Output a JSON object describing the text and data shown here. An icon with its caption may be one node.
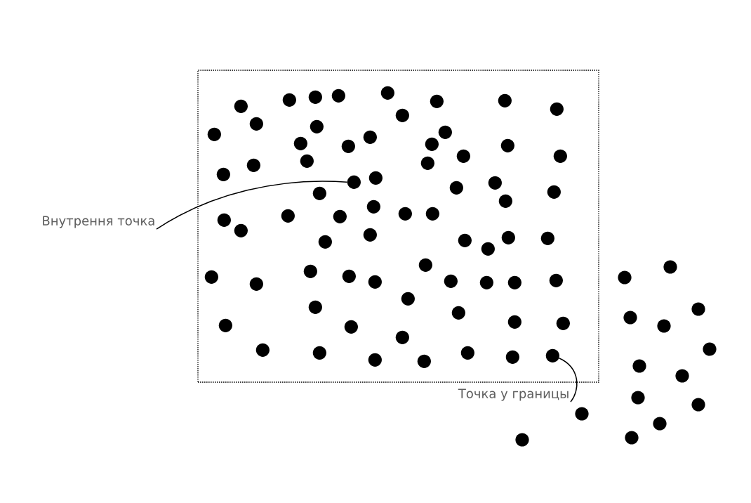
{
  "diagram": {
    "nodes": [
      {
        "text": [],
        "shape": "box"
      },
      {
        "text": [],
        "shape": "circle",
        "in": 0
      },
      {
        "text": [],
        "shape": "circle",
        "in": 0
      },
      {
        "text": [],
        "shape": "circle",
        "in": 0
      },
      {
        "text": [],
        "shape": "circle",
        "in": 0
      },
      {
        "text": [],
        "shape": "circle",
        "in": 0
      },
      {
        "text": [],
        "shape": "circle",
        "in": 0
      },
      {
        "text": [],
        "shape": "circle",
        "in": 0
      },
      {
        "text": [],
        "shape": "circle",
        "in": 0
      },
      {
        "text": [],
        "shape": "circle",
        "in": 0
      },
      {
        "text": [],
        "shape": "circle",
        "in": 0
      },
      {
        "text": [],
        "shape": "circle",
        "in": 0
      },
      {
        "text": [],
        "shape": "circle",
        "in": 0
      },
      {
        "text": [],
        "shape": "circle",
        "in": 0
      },
      {
        "text": [],
        "shape": "circle",
        "in": 0
      },
      {
        "text": [],
        "shape": "circle",
        "in": 0
      },
      {
        "text": [],
        "shape": "circle",
        "in": 0
      },
      {
        "text": [],
        "shape": "circle",
        "in": 0
      },
      {
        "text": [],
        "shape": "circle",
        "in": 0
      },
      {
        "text": [],
        "shape": "circle",
        "in": 0
      },
      {
        "text": [],
        "shape": "circle",
        "in": 0
      },
      {
        "text": [],
        "shape": "circle",
        "in": 0
      },
      {
        "text": [],
        "shape": "circle",
        "in": 0
      },
      {
        "text": [],
        "shape": "circle",
        "in": 0
      },
      {
        "text": [],
        "shape": "circle",
        "in": 0
      },
      {
        "text": [],
        "shape": "circle",
        "in": 0
      },
      {
        "text": [],
        "shape": "circle",
        "in": 0
      },
      {
        "text": [],
        "shape": "circle",
        "in": 0
      },
      {
        "text": [],
        "shape": "circle",
        "in": 0
      },
      {
        "text": [],
        "shape": "circle",
        "in": 0
      },
      {
        "text": [],
        "shape": "circle",
        "in": 0
      },
      {
        "text": [
          "Внутрення точка"
        ]
      },
      {
        "text": [],
        "shape": "circle",
        "in": 0
      },
      {
        "text": [],
        "shape": "circle",
        "in": 0
      },
      {
        "text": [],
        "shape": "circle",
        "in": 0
      },
      {
        "text": [],
        "shape": "circle",
        "in": 0
      },
      {
        "text": [],
        "shape": "circle",
        "in": 0
      },
      {
        "text": [],
        "shape": "circle",
        "in": 0
      },
      {
        "text": [],
        "shape": "circle",
        "in": 0
      },
      {
        "text": [],
        "shape": "circle",
        "in": 0
      },
      {
        "text": [],
        "shape": "circle",
        "in": 0
      },
      {
        "text": [],
        "shape": "circle",
        "in": 0
      },
      {
        "text": [],
        "shape": "circle",
        "in": 0
      },
      {
        "text": [],
        "shape": "circle",
        "in": 0
      },
      {
        "text": [],
        "shape": "circle",
        "in": 0
      },
      {
        "text": [],
        "shape": "circle",
        "in": 0
      },
      {
        "text": [],
        "shape": "circle",
        "in": 0
      },
      {
        "text": [],
        "shape": "circle",
        "in": 0
      },
      {
        "text": [],
        "shape": "circle",
        "in": 0
      },
      {
        "text": [],
        "shape": "circle",
        "in": 0
      },
      {
        "text": [],
        "shape": "circle",
        "in": 0
      },
      {
        "text": [],
        "shape": "circle",
        "in": 0
      },
      {
        "text": [],
        "shape": "circle",
        "in": 0
      },
      {
        "text": [],
        "shape": "circle",
        "in": 0
      },
      {
        "text": [],
        "shape": "circle",
        "in": 0
      },
      {
        "text": [],
        "shape": "circle",
        "in": 0
      },
      {
        "text": [],
        "shape": "circle",
        "in": 0
      },
      {
        "text": [],
        "shape": "circle",
        "in": 0
      },
      {
        "text": [],
        "shape": "circle",
        "in": 0
      },
      {
        "text": [],
        "shape": "circle",
        "in": 0
      },
      {
        "text": [],
        "shape": "circle",
        "in": 0
      },
      {
        "text": [],
        "shape": "circle",
        "in": 0
      },
      {
        "text": [],
        "shape": "circle",
        "in": 0
      },
      {
        "text": [],
        "shape": "circle",
        "in": 0
      },
      {
        "text": [],
        "shape": "circle",
        "in": 0
      },
      {
        "text": [],
        "shape": "circle",
        "in": 0
      },
      {
        "text": [],
        "shape": "circle",
        "in": 0
      },
      {
        "text": [],
        "shape": "circle",
        "in": 0
      },
      {
        "text": [],
        "shape": "circle",
        "in": 0
      },
      {
        "text": [],
        "shape": "circle",
        "in": 0
      },
      {
        "text": [],
        "shape": "circle",
        "in": 0
      },
      {
        "text": [
          "Точка у границы"
        ]
      },
      {
        "text": [],
        "shape": "circle"
      },
      {
        "text": [],
        "shape": "circle"
      },
      {
        "text": [],
        "shape": "circle"
      },
      {
        "text": [],
        "shape": "circle"
      },
      {
        "text": [],
        "shape": "circle"
      },
      {
        "text": [],
        "shape": "circle"
      },
      {
        "text": [],
        "shape": "circle"
      },
      {
        "text": [],
        "shape": "circle"
      },
      {
        "text": [],
        "shape": "circle"
      },
      {
        "text": [],
        "shape": "circle"
      },
      {
        "text": [],
        "shape": "circle"
      },
      {
        "text": [],
        "shape": "circle"
      },
      {
        "text": [],
        "shape": "circle"
      },
      {
        "text": [],
        "shape": "circle"
      }
    ],
    "edges": [
      {
        "from": 31,
        "to": 24,
        "arrow": "none"
      },
      {
        "from": 71,
        "to": 70,
        "arrow": "none"
      }
    ]
  }
}
